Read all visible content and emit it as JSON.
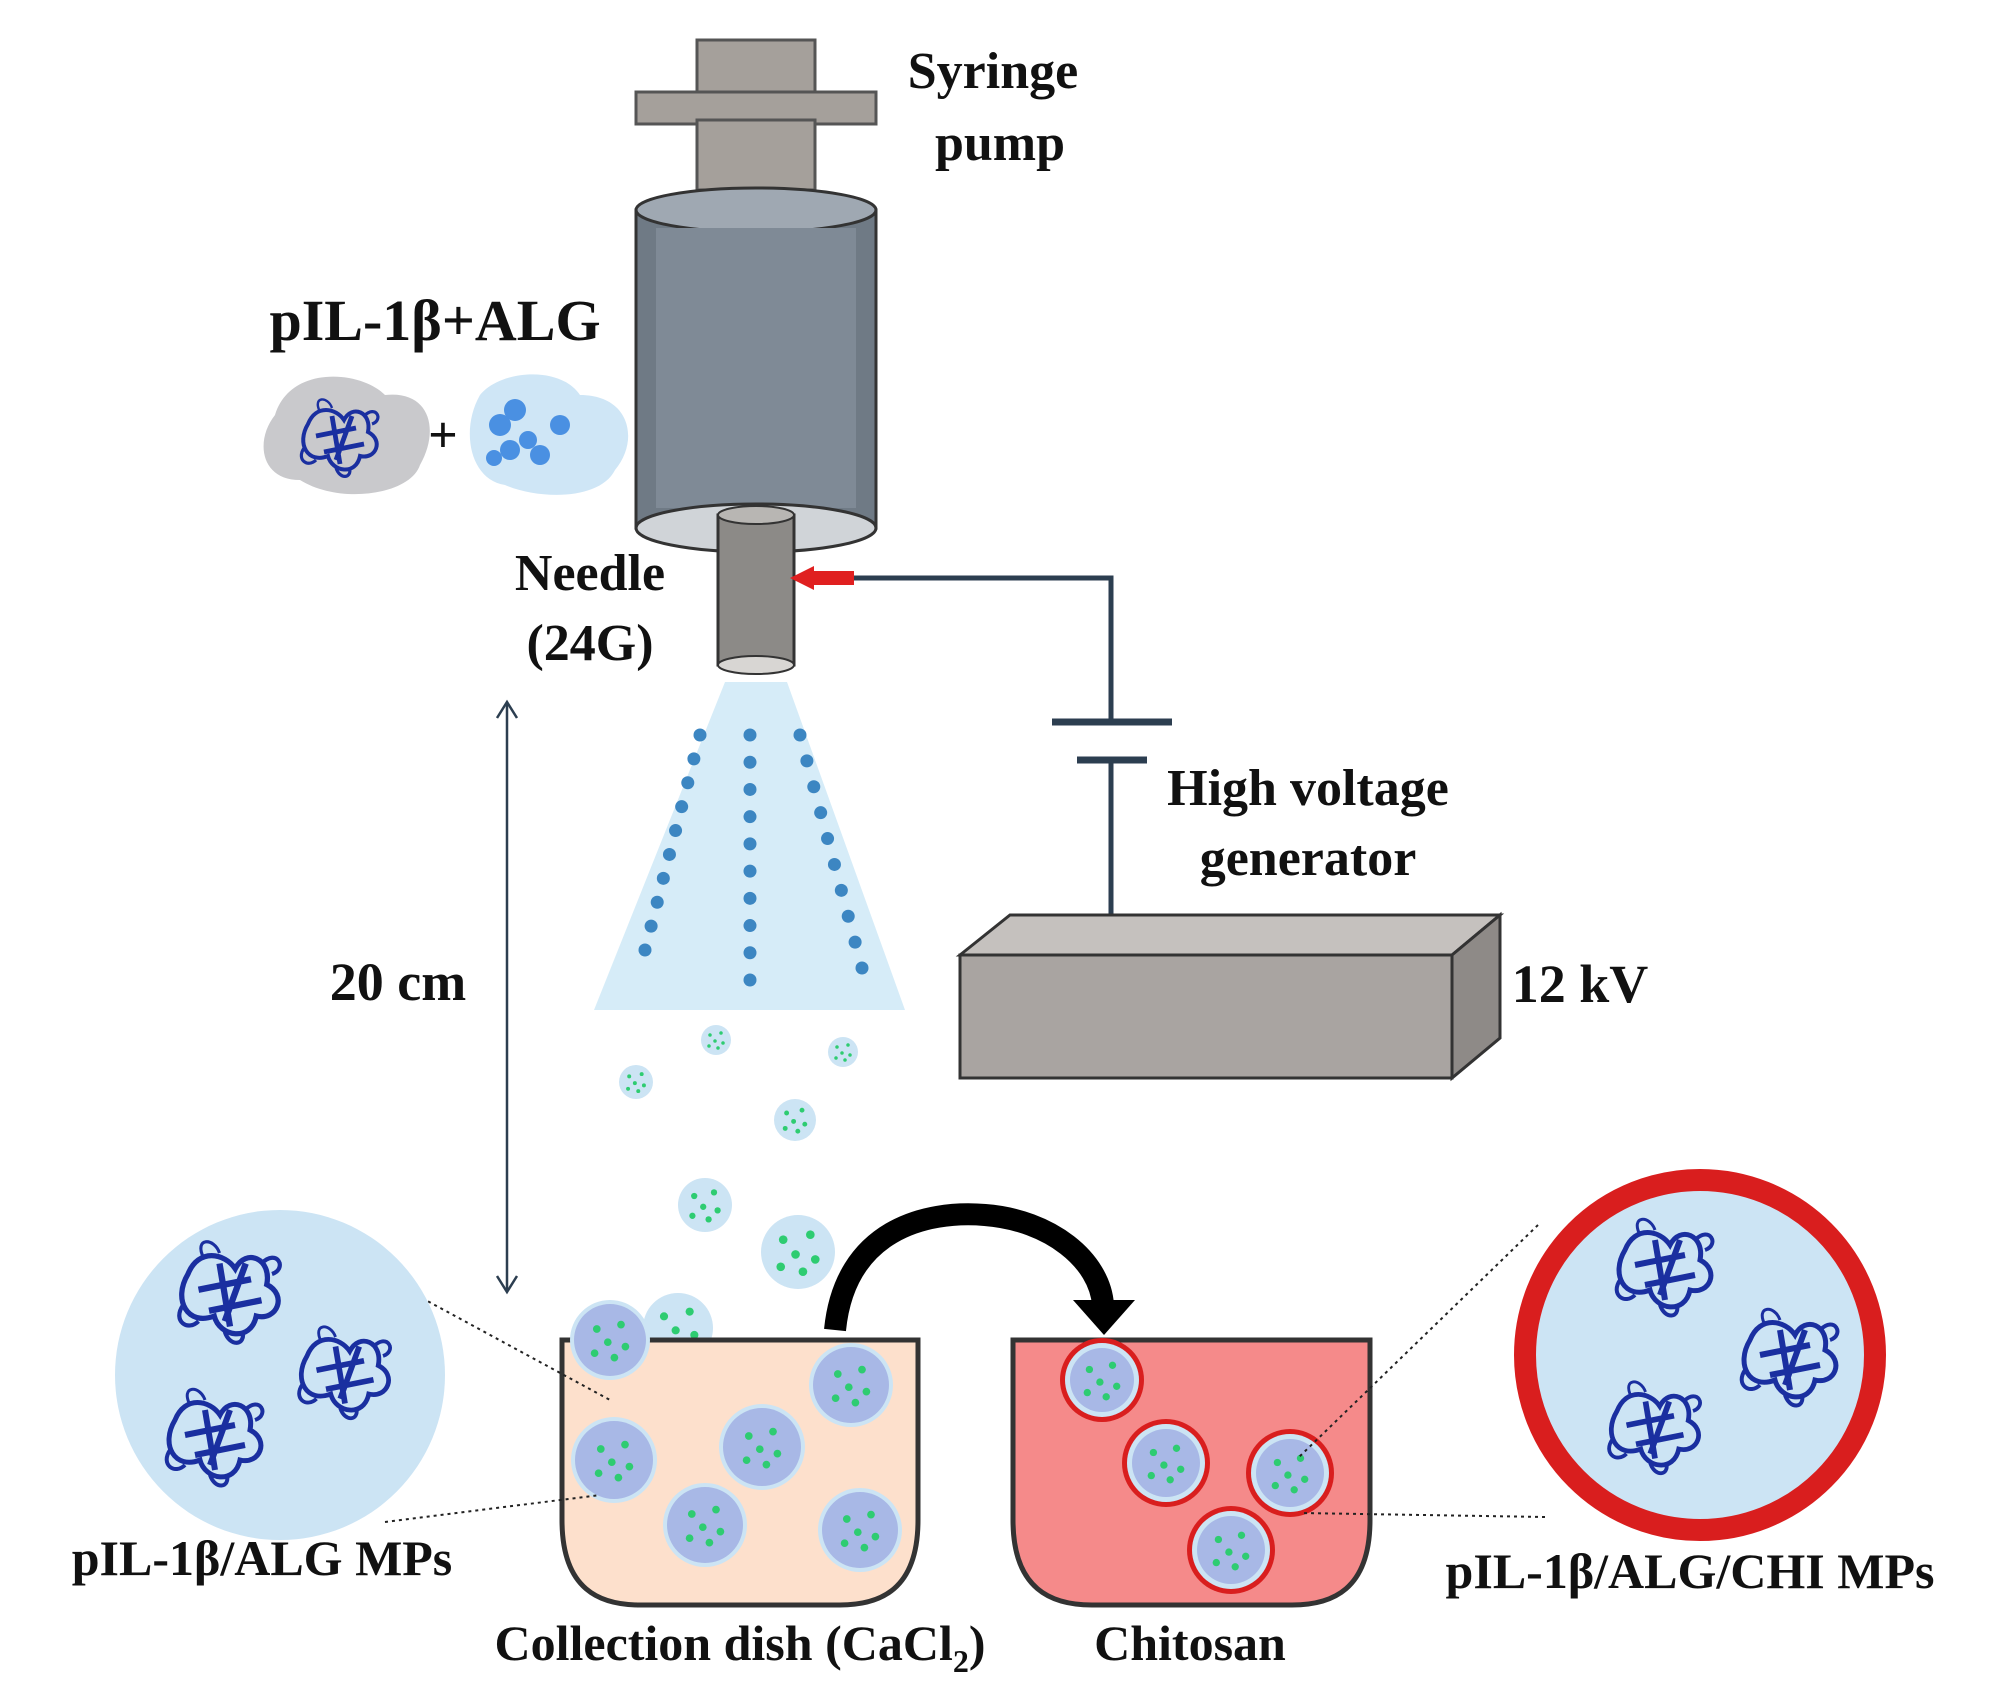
{
  "labels": {
    "syringe_pump_line1": "Syringe",
    "syringe_pump_line2": "pump",
    "reagent": "pIL-1β+ALG",
    "plus": "+",
    "needle_line1": "Needle",
    "needle_line2": "(24G)",
    "distance": "20 cm",
    "hv_line1": "High voltage",
    "hv_line2": "generator",
    "voltage": "12 kV",
    "alg_mps": "pIL-1β/ALG MPs",
    "alg_chi_mps": "pIL-1β/ALG/CHI MPs",
    "collection_dish_prefix": "Collection dish (CaCl",
    "collection_dish_sub": "2",
    "collection_dish_suffix": ")",
    "chitosan": "Chitosan"
  },
  "colors": {
    "syringe_body": "#6f7a85",
    "syringe_top": "#9fa8b2",
    "pump_plunger": "#a5a09b",
    "needle": "#8c8a87",
    "spray_cone": "#d6ecf8",
    "droplet": "#3c86c2",
    "generator": "#a9a4a1",
    "wire": "#2c3e50",
    "arrow_red": "#e02020",
    "dish_cacl2": "#fde0cc",
    "dish_chitosan": "#f58a8a",
    "particle_blue": "#a8b8e6",
    "particle_outer": "#cce4f4",
    "protein": "#1a2fa0",
    "green_dot": "#2ecc71",
    "chitosan_ring": "#d91e1e"
  }
}
